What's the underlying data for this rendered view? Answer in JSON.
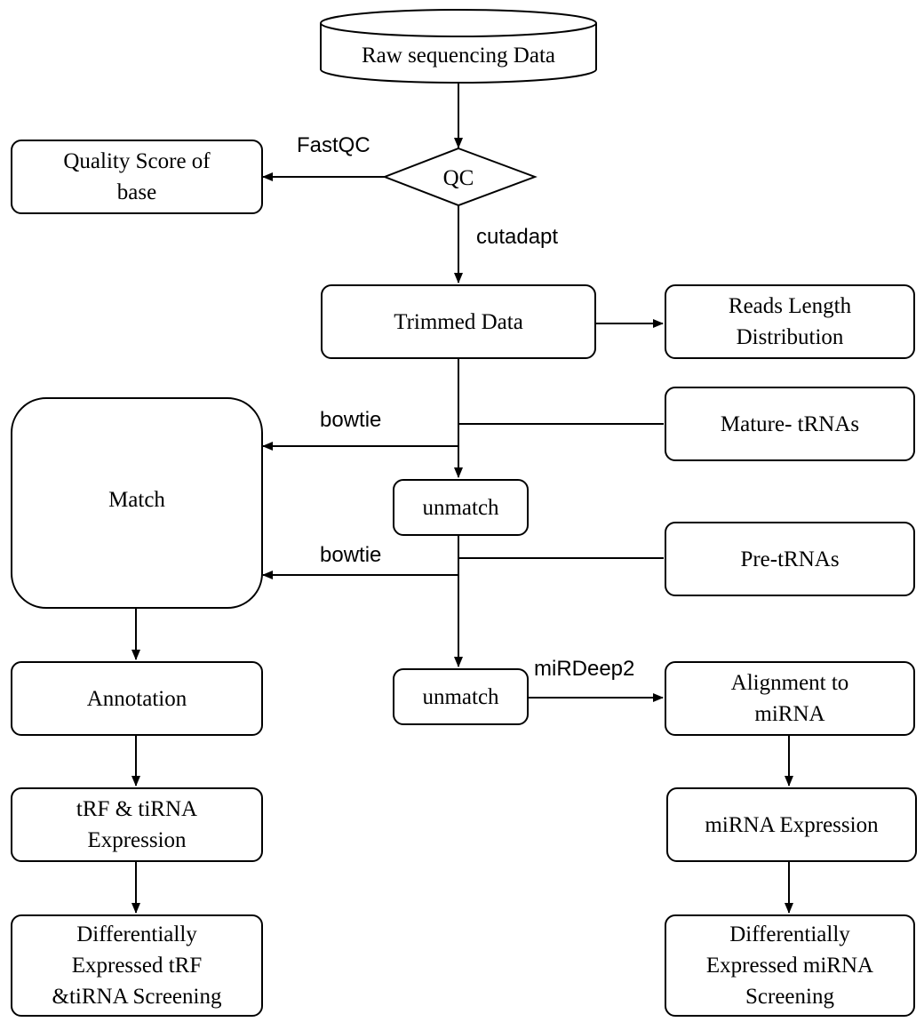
{
  "nodes": {
    "raw": "Raw sequencing Data",
    "qc": "QC",
    "quality": "Quality Score of\nbase",
    "trimmed": "Trimmed Data",
    "reads_length": "Reads Length\nDistribution",
    "mature": "Mature- tRNAs",
    "match": "Match",
    "unmatch1": "unmatch",
    "pre": "Pre-tRNAs",
    "unmatch2": "unmatch",
    "annotation": "Annotation",
    "alignment": "Alignment to\nmiRNA",
    "trf_expr": "tRF & tiRNA\nExpression",
    "mirna_expr": "miRNA Expression",
    "diff_trf": "Differentially\nExpressed tRF\n&tiRNA Screening",
    "diff_mirna": "Differentially\nExpressed miRNA\nScreening"
  },
  "edge_labels": {
    "fastqc": "FastQC",
    "cutadapt": "cutadapt",
    "bowtie1": "bowtie",
    "bowtie2": "bowtie",
    "mirdeep2": "miRDeep2"
  }
}
